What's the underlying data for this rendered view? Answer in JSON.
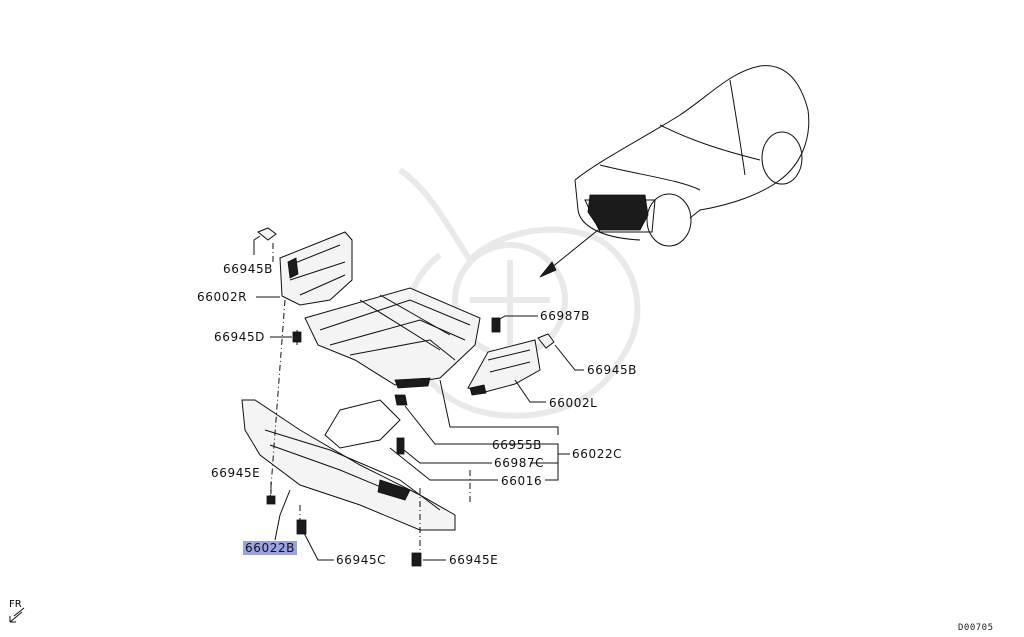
{
  "labels": {
    "p66945B_top": "66945B",
    "p66002R": "66002R",
    "p66945D": "66945D",
    "p66987B": "66987B",
    "p66945B_right": "66945B",
    "p66002L": "66002L",
    "p66955B": "66955B",
    "p66987C": "66987C",
    "p66022C": "66022C",
    "p66016": "66016",
    "p66945E_left": "66945E",
    "p66022B": "66022B",
    "p66945C": "66945C",
    "p66945E_bottom": "66945E"
  },
  "orientation": {
    "label": "FR"
  },
  "diagram_code": "D00705",
  "colors": {
    "highlight": "#9aa3e0",
    "ink": "#111111"
  }
}
